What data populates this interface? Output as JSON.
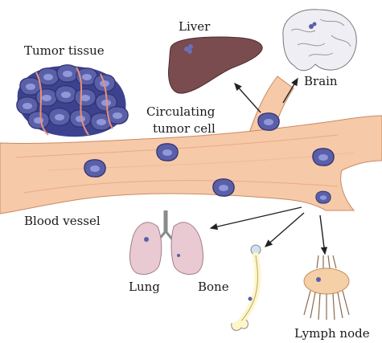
{
  "labels": {
    "tumor_tissue": "Tumor tissue",
    "liver": "Liver",
    "brain": "Brain",
    "circulating_line1": "Circulating",
    "circulating_line2": "tumor cell",
    "blood_vessel": "Blood vessel",
    "lung": "Lung",
    "bone": "Bone",
    "lymph_node": "Lymph node"
  },
  "colors": {
    "vessel_fill": "#f6c9a8",
    "vessel_stroke": "#c98a64",
    "vessel_stripe": "#e9ab86",
    "tumor_cell": "#5a5fa8",
    "tumor_cell_dark": "#2f3370",
    "tumor_nucleus": "#8f98d8",
    "liver": "#7a4b4f",
    "brain": "#eeeef4",
    "lung": "#e9c9d2",
    "bone": "#fff6c8",
    "lymph_node": "#f5cfa6",
    "arrow": "#222222"
  },
  "icons": [
    "tumor-cell-icon",
    "liver-icon",
    "brain-icon",
    "lung-icon",
    "bone-icon",
    "lymph-node-icon",
    "arrow-icon"
  ]
}
